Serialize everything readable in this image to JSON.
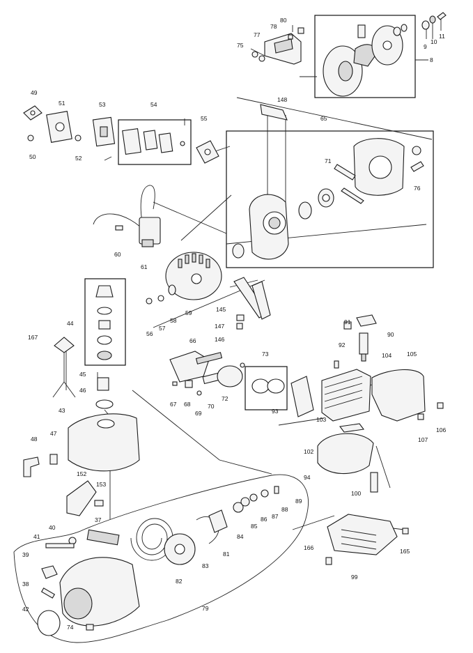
{
  "labels": [
    "8",
    "9",
    "10",
    "11",
    "37",
    "38",
    "39",
    "40",
    "41",
    "42",
    "43",
    "44",
    "45",
    "46",
    "47",
    "48",
    "49",
    "50",
    "51",
    "52",
    "53",
    "54",
    "55",
    "56",
    "57",
    "58",
    "59",
    "60",
    "61",
    "65",
    "66",
    "67",
    "68",
    "69",
    "70",
    "71",
    "72",
    "73",
    "74",
    "75",
    "76",
    "77",
    "78",
    "79",
    "80",
    "81",
    "82",
    "83",
    "84",
    "85",
    "86",
    "87",
    "88",
    "89",
    "90",
    "91",
    "92",
    "93",
    "94",
    "99",
    "100",
    "102",
    "103",
    "104",
    "105",
    "106",
    "107",
    "145",
    "146",
    "147",
    "148",
    "152",
    "153",
    "165",
    "166",
    "167"
  ]
}
